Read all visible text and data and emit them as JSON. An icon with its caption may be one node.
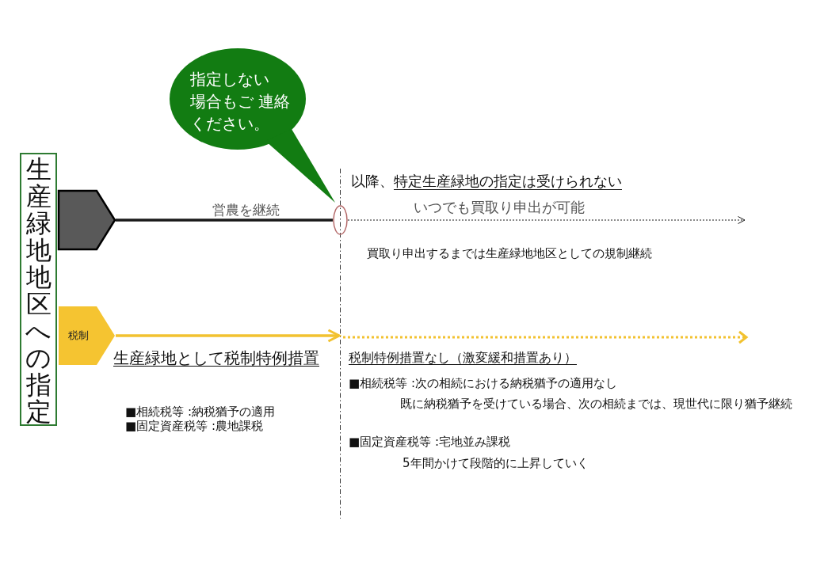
{
  "diagram": {
    "nodes": [
      {
        "text": [
          "指定しない場合もご 連絡ください。"
        ]
      },
      {
        "text": [
          "生産緑地地区への指定"
        ]
      },
      {
        "text": [],
        "shape": "pentagon"
      },
      {
        "text": [],
        "shape": "ellipse"
      },
      {
        "text": [
          "税制"
        ]
      }
    ],
    "edges": [
      {
        "from": 2,
        "to": 3,
        "arrow": "none",
        "label": "営農を継続"
      },
      {
        "from": 3,
        "to": null,
        "arrow": "to",
        "label": "いつでも買取り申出が可能",
        "style": "dashed"
      },
      {
        "from": 4,
        "to": null,
        "arrow": "to",
        "color": "#f2c230"
      }
    ],
    "labels": [
      "以降、特定生産緑地の指定は受けられない",
      "買取り申出するまでは生産緑地地区としての規制継続",
      "生産緑地として税制特例措置",
      "■相続税等 :納税猶予の適用",
      "■固定資産税等 :農地課税",
      "税制特例措置なし（激変緩和措置あり）",
      "■相続税等 :次の相続における納税猶予の適用なし",
      "既に納税猶予を受けている場合、次の相続までは、現世代に限り猶予継続",
      "■固定資産税等 :宅地並み課税",
      "5年間かけて段階的に上昇していく"
    ]
  }
}
